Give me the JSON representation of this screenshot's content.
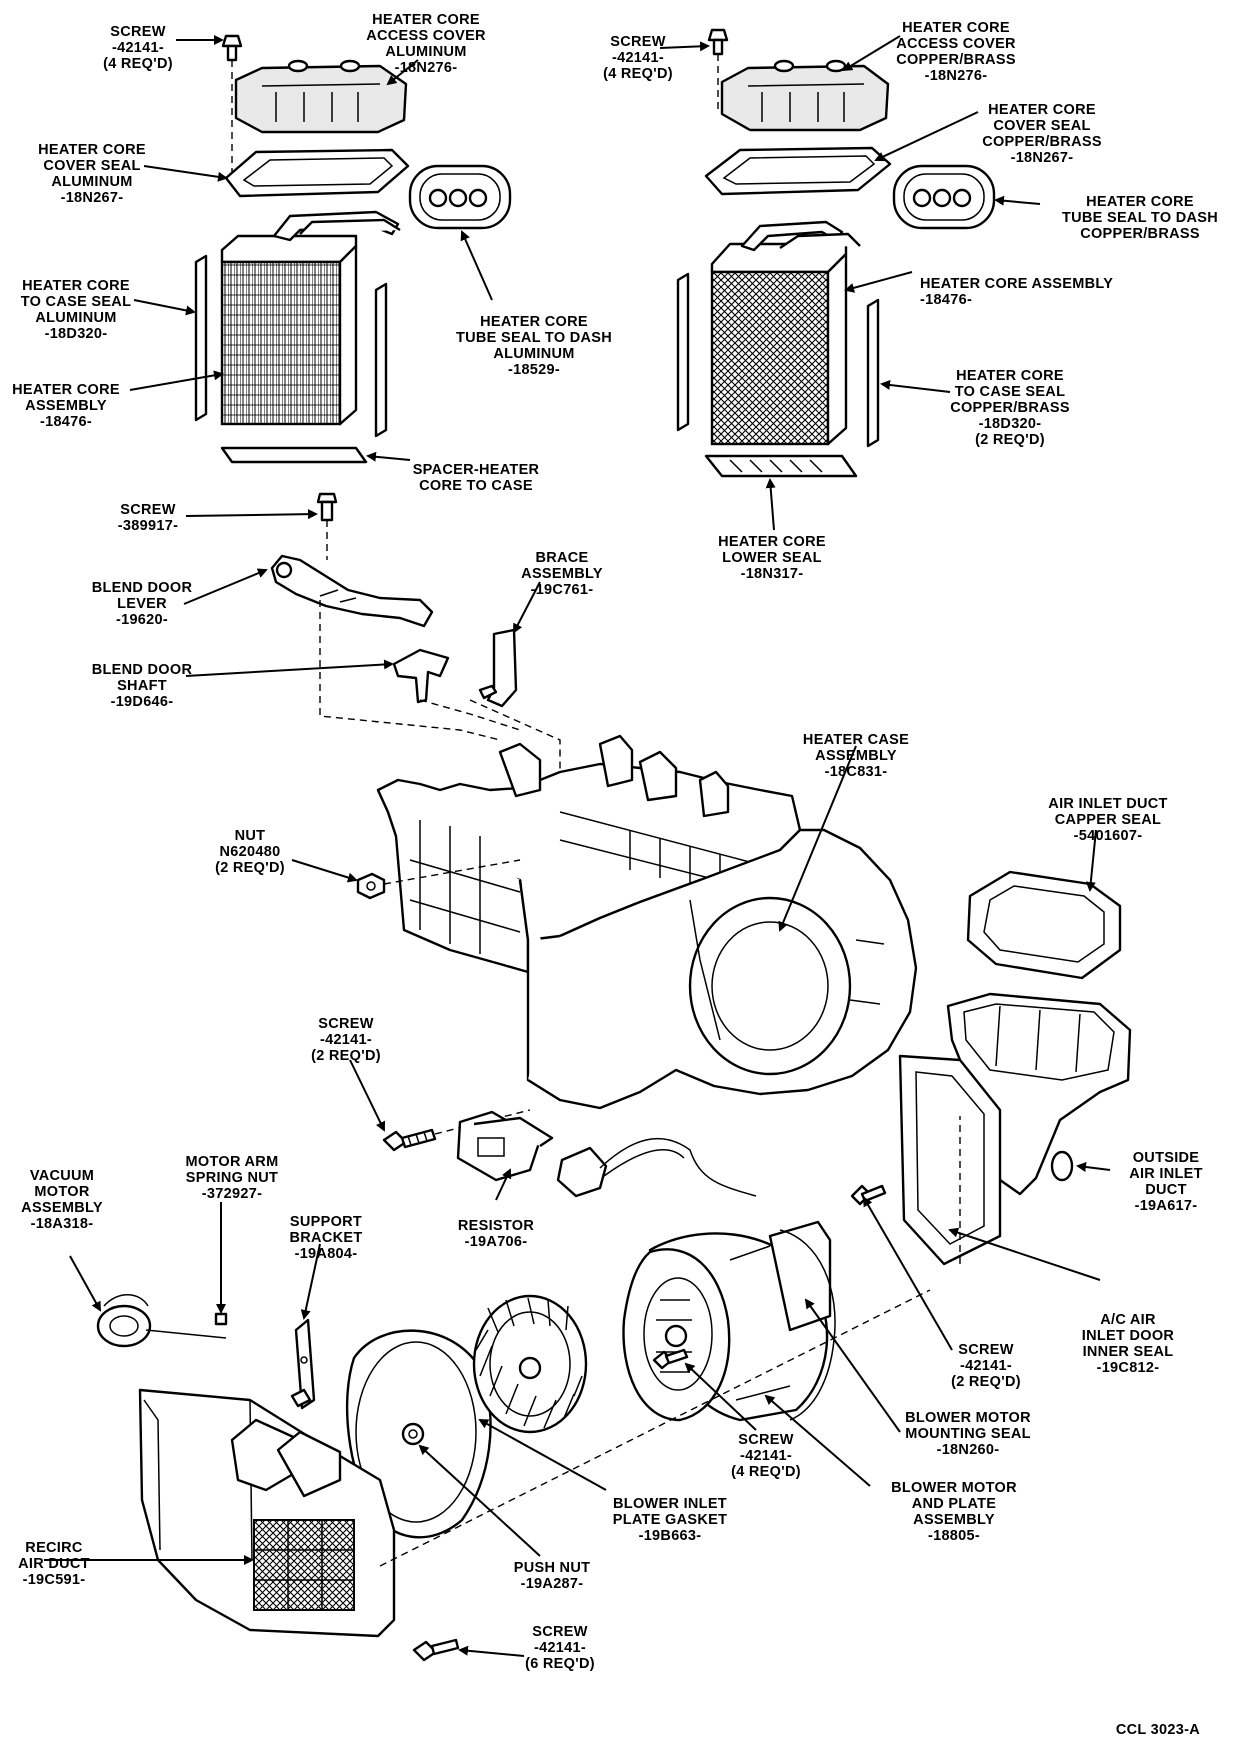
{
  "labels": {
    "screw_tl": [
      "SCREW",
      "-42141-",
      "(4 REQ'D)"
    ],
    "cover_al": [
      "HEATER CORE",
      "ACCESS COVER",
      "ALUMINUM",
      "-18N276-"
    ],
    "coverseal_al": [
      "HEATER CORE",
      "COVER SEAL",
      "ALUMINUM",
      "-18N267-"
    ],
    "caseseal_al": [
      "HEATER CORE",
      "TO CASE SEAL",
      "ALUMINUM",
      "-18D320-"
    ],
    "core_al": [
      "HEATER CORE",
      "ASSEMBLY",
      "-18476-"
    ],
    "tubeseal_al": [
      "HEATER CORE",
      "TUBE SEAL TO DASH",
      "ALUMINUM",
      "-18529-"
    ],
    "spacer": [
      "SPACER-HEATER",
      "CORE TO CASE"
    ],
    "screw_tr": [
      "SCREW",
      "-42141-",
      "(4 REQ'D)"
    ],
    "cover_cu": [
      "HEATER CORE",
      "ACCESS COVER",
      "COPPER/BRASS",
      "-18N276-"
    ],
    "coverseal_cu": [
      "HEATER CORE",
      "COVER SEAL",
      "COPPER/BRASS",
      "-18N267-"
    ],
    "tubeseal_cu": [
      "HEATER CORE",
      "TUBE SEAL TO DASH",
      "COPPER/BRASS"
    ],
    "core_cu": [
      "HEATER CORE ASSEMBLY",
      "-18476-"
    ],
    "caseseal_cu": [
      "HEATER CORE",
      "TO CASE SEAL",
      "COPPER/BRASS",
      "-18D320-",
      "(2 REQ'D)"
    ],
    "lowerseal": [
      "HEATER CORE",
      "LOWER SEAL",
      "-18N317-"
    ],
    "screw_389": [
      "SCREW",
      "-389917-"
    ],
    "blend_lever": [
      "BLEND DOOR",
      "LEVER",
      "-19620-"
    ],
    "brace": [
      "BRACE",
      "ASSEMBLY",
      "-19C761-"
    ],
    "blend_shaft": [
      "BLEND DOOR",
      "SHAFT",
      "-19D646-"
    ],
    "heater_case": [
      "HEATER CASE",
      "ASSEMBLY",
      "-18C831-"
    ],
    "capper_seal": [
      "AIR INLET DUCT",
      "CAPPER SEAL",
      "-5401607-"
    ],
    "nut": [
      "NUT",
      "N620480",
      "(2 REQ'D)"
    ],
    "screw_2req": [
      "SCREW",
      "-42141-",
      "(2 REQ'D)"
    ],
    "outside_duct": [
      "OUTSIDE",
      "AIR INLET",
      "DUCT",
      "-19A617-"
    ],
    "vacuum_motor": [
      "VACUUM",
      "MOTOR",
      "ASSEMBLY",
      "-18A318-"
    ],
    "spring_nut": [
      "MOTOR ARM",
      "SPRING NUT",
      "-372927-"
    ],
    "support_bracket": [
      "SUPPORT",
      "BRACKET",
      "-19A804-"
    ],
    "resistor": [
      "RESISTOR",
      "-19A706-"
    ],
    "ac_door_seal": [
      "A/C AIR",
      "INLET DOOR",
      "INNER SEAL",
      "-19C812-"
    ],
    "screw_r2": [
      "SCREW",
      "-42141-",
      "(2 REQ'D)"
    ],
    "mount_seal": [
      "BLOWER MOTOR",
      "MOUNTING SEAL",
      "-18N260-"
    ],
    "screw_4req": [
      "SCREW",
      "-42141-",
      "(4 REQ'D)"
    ],
    "blower_motor": [
      "BLOWER MOTOR",
      "AND PLATE",
      "ASSEMBLY",
      "-18805-"
    ],
    "inlet_gasket": [
      "BLOWER INLET",
      "PLATE GASKET",
      "-19B663-"
    ],
    "recirc": [
      "RECIRC",
      "AIR DUCT",
      "-19C591-"
    ],
    "push_nut": [
      "PUSH NUT",
      "-19A287-"
    ],
    "screw_6req": [
      "SCREW",
      "-42141-",
      "(6 REQ'D)"
    ],
    "code": [
      "CCL 3023-A"
    ]
  }
}
